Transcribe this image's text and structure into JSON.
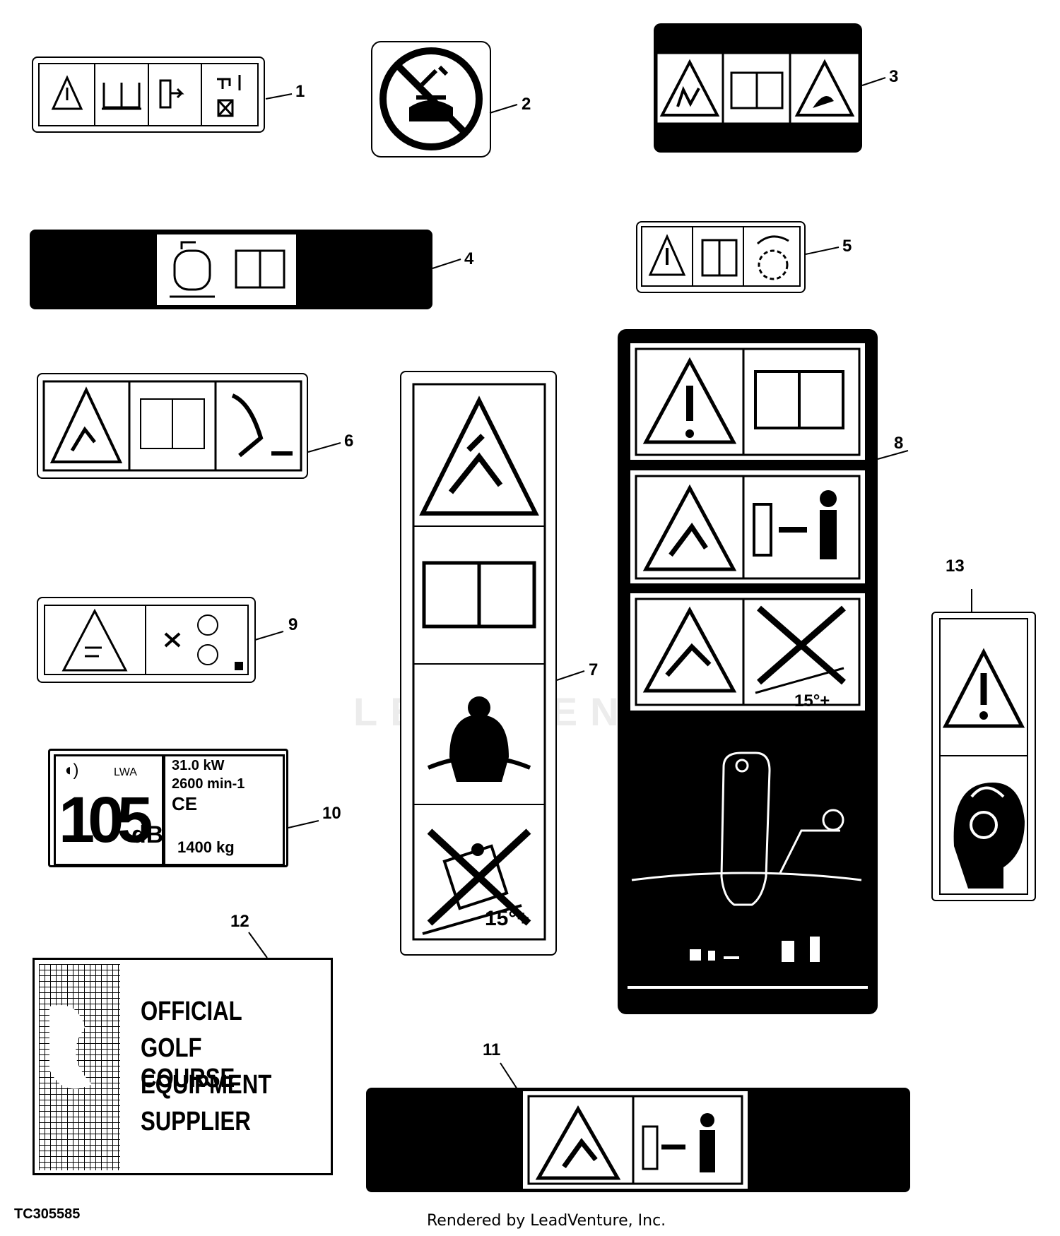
{
  "labels": [
    "1",
    "2",
    "3",
    "4",
    "5",
    "6",
    "7",
    "8",
    "9",
    "10",
    "11",
    "12",
    "13"
  ],
  "decal10": {
    "lwa": "LWA",
    "db_value": "105",
    "db_unit": "dB",
    "power": "31.0 kW",
    "speed": "2600 min-1",
    "ce": "CE",
    "weight": "1400 kg"
  },
  "decal12": {
    "line1": "OFFICIAL",
    "line2": "GOLF COURSE",
    "line3": "EQUIPMENT",
    "line4": "SUPPLIER"
  },
  "decal7": {
    "angle": "15°+"
  },
  "decal8": {
    "angle": "15°+"
  },
  "watermark": "LEADVENTURE",
  "figure_id": "TC305585",
  "rendered_by": "Rendered by LeadVenture, Inc.",
  "colors": {
    "ink": "#000000",
    "paper": "#ffffff",
    "watermark": "#ececec"
  }
}
